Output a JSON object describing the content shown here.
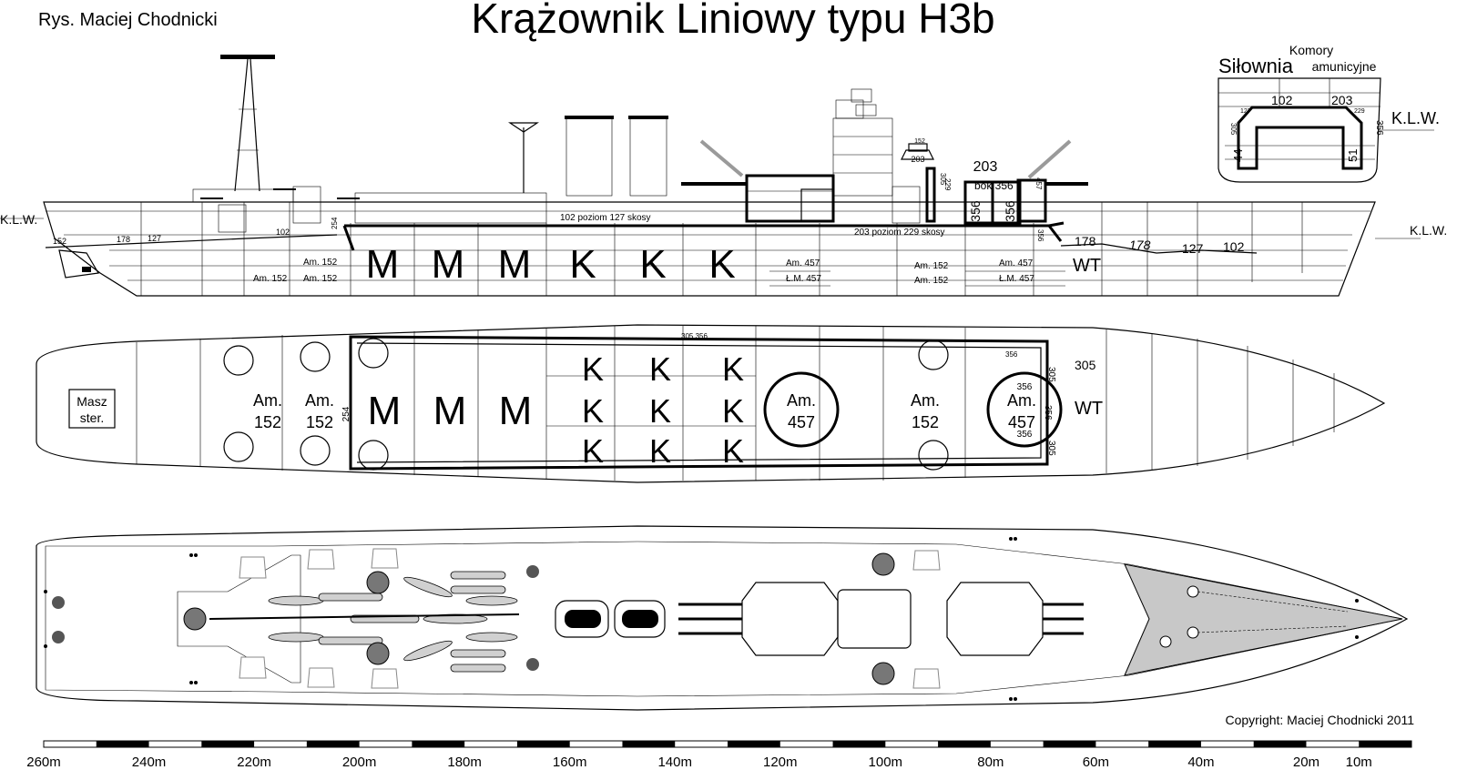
{
  "author_credit": "Rys. Maciej Chodnicki",
  "title": "Krążownik Liniowy typu H3b",
  "copyright": "Copyright: Maciej Chodnicki 2011",
  "waterline_label": "K.L.W.",
  "section_view": {
    "label_engine": "Siłownia",
    "label_magazine_1": "Komory",
    "label_magazine_2": "amunicyjne",
    "deck_102": "102",
    "deck_203": "203",
    "belt_305": "305",
    "belt_127": "127",
    "belt_229": "229",
    "belt_356": "356",
    "lower_44": "44",
    "lower_51": "51",
    "klw": "K.L.W."
  },
  "profile": {
    "deck_note_fwd": "102 poziom  127 skosy",
    "deck_note_aft": "203 poziom  229 skosy",
    "bok": "bok 356",
    "t203_small": "203",
    "t152_small": "152",
    "t203": "203",
    "t356a": "356",
    "t356b": "356",
    "t305": "305",
    "t229": "229",
    "t356c": "356",
    "t457": "457",
    "belt_152": "152",
    "belt_178_bow": "178",
    "belt_127_bow": "127",
    "belt_102_bow": "102",
    "belt_178a": "178",
    "belt_178b": "178",
    "belt_127": "127",
    "belt_102": "102",
    "t254": "254",
    "t305b": "305",
    "compartments": [
      "M",
      "M",
      "M",
      "K",
      "K",
      "K"
    ],
    "am152_a": "Am. 152",
    "am152_b": "Am. 152",
    "am152_c": "Am. 152",
    "am152_d": "Am. 152",
    "am152_e": "Am. 152",
    "am457_a": "Am. 457",
    "lm457_a": "Ł.M. 457",
    "am457_b": "Am. 457",
    "lm457_b": "Ł.M. 457",
    "wt": "WT"
  },
  "plan": {
    "masz_1": "Masz",
    "masz_2": "ster.",
    "am": "Am.",
    "v152": "152",
    "v457": "457",
    "t254": "254",
    "t305": "305",
    "t356": "356",
    "t305_356": "305 356",
    "m_letter": "M",
    "k_letter": "K",
    "wt": "WT"
  },
  "scale": {
    "labels": [
      "260m",
      "240m",
      "220m",
      "200m",
      "180m",
      "160m",
      "140m",
      "120m",
      "100m",
      "80m",
      "60m",
      "40m",
      "20m",
      "10m"
    ]
  }
}
